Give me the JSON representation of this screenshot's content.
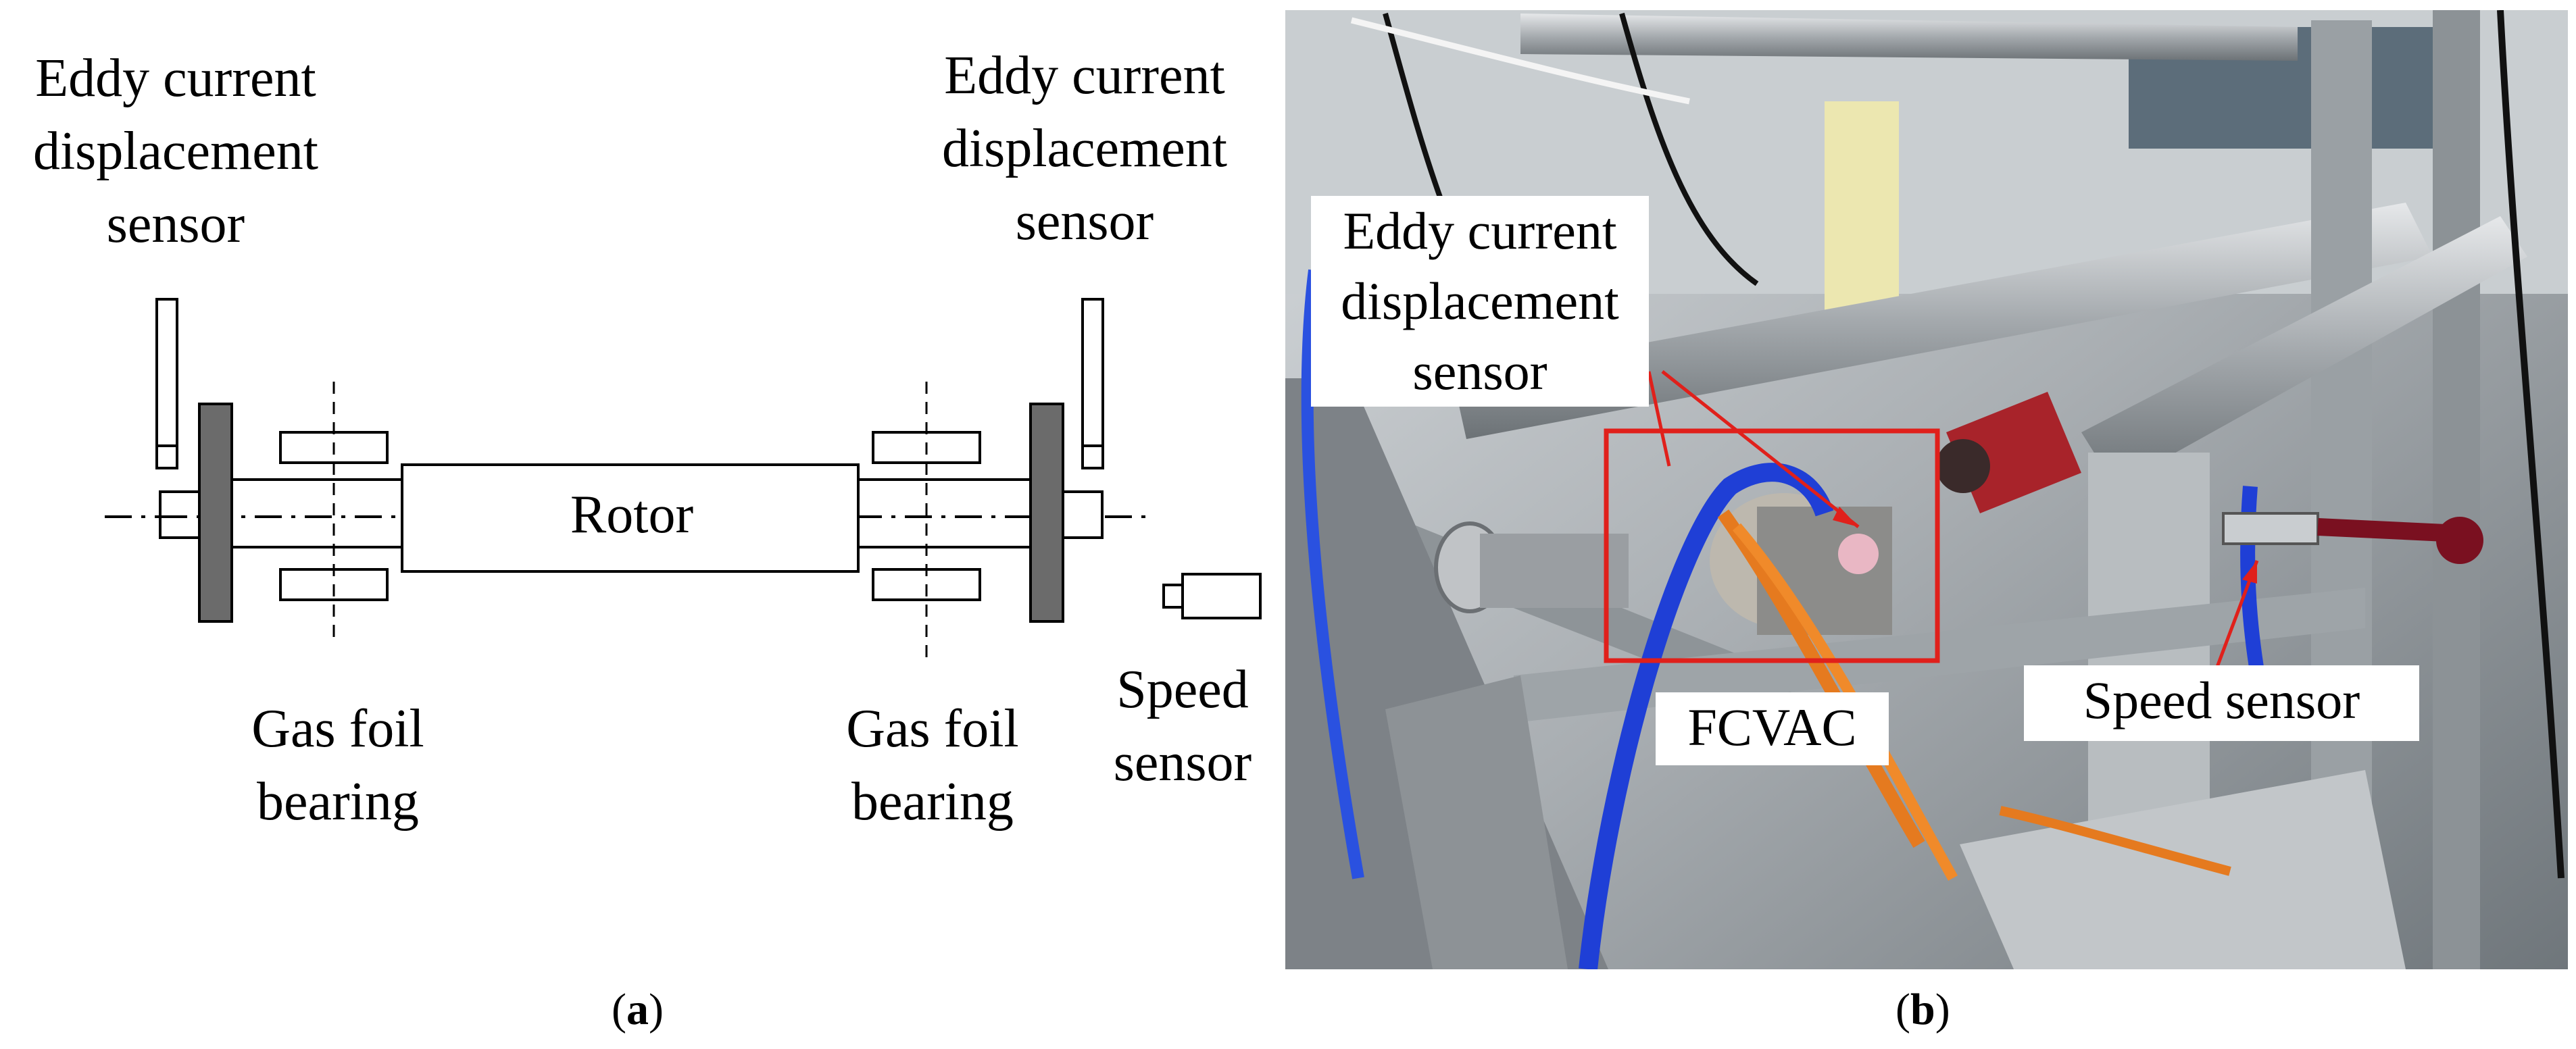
{
  "panel_a": {
    "label_eddy_left": [
      "Eddy current",
      "displacement",
      "sensor"
    ],
    "label_eddy_right": [
      "Eddy current",
      "displacement",
      "sensor"
    ],
    "label_rotor": "Rotor",
    "label_gas_left": [
      "Gas foil",
      "bearing"
    ],
    "label_gas_right": [
      "Gas foil",
      "bearing"
    ],
    "label_speed": [
      "Speed",
      "sensor"
    ],
    "caption": "a"
  },
  "panel_b": {
    "label_eddy": [
      "Eddy current",
      "displacement",
      "sensor"
    ],
    "label_fcvac": "FCVAC",
    "label_speed": "Speed sensor",
    "caption": "b",
    "highlight_color": "#e0201b"
  }
}
